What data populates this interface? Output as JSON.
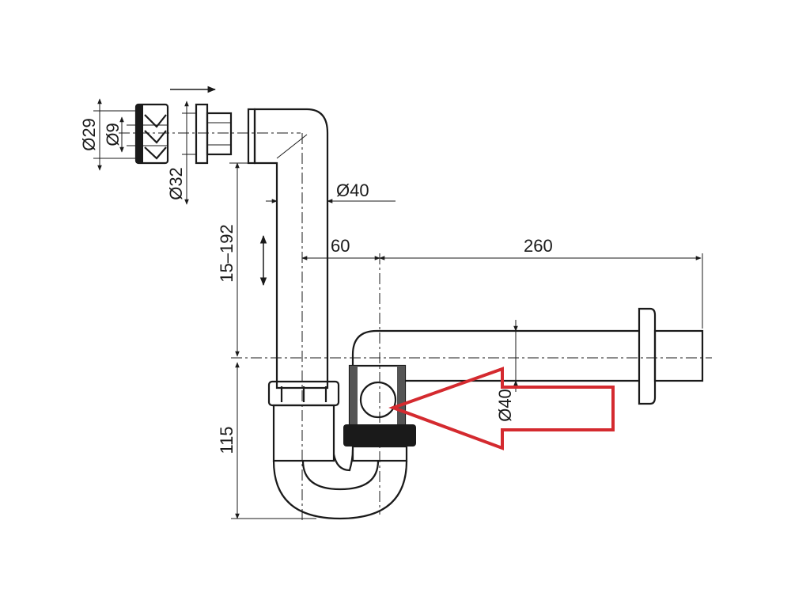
{
  "labels": {
    "d29": "Ø29",
    "d9": "Ø9",
    "d32": "Ø32",
    "d40_top": "Ø40",
    "d40_side": "Ø40",
    "len_60": "60",
    "len_260": "260",
    "range_15_192": "15–192",
    "height_115": "115"
  },
  "colors": {
    "ink": "#1a1a1a",
    "arrow": "#d42a2f"
  }
}
